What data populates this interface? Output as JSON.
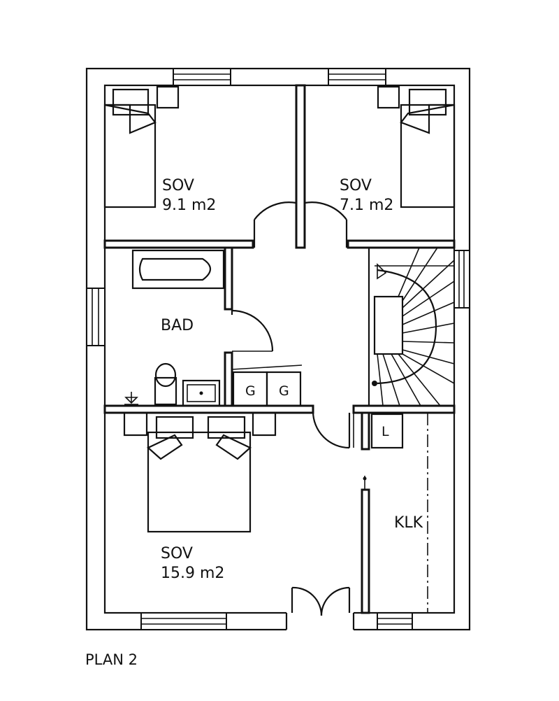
{
  "plan_title": "PLAN 2",
  "rooms": {
    "bedroom_top_left": {
      "name": "SOV",
      "area": "9.1 m2"
    },
    "bedroom_top_right": {
      "name": "SOV",
      "area": "7.1 m2"
    },
    "bathroom": {
      "name": "BAD"
    },
    "bedroom_main": {
      "name": "SOV",
      "area": "15.9 m2"
    },
    "closet": {
      "name": "KLK"
    }
  },
  "fixtures": {
    "cabinet_1": "G",
    "cabinet_2": "G",
    "storage": "L"
  }
}
